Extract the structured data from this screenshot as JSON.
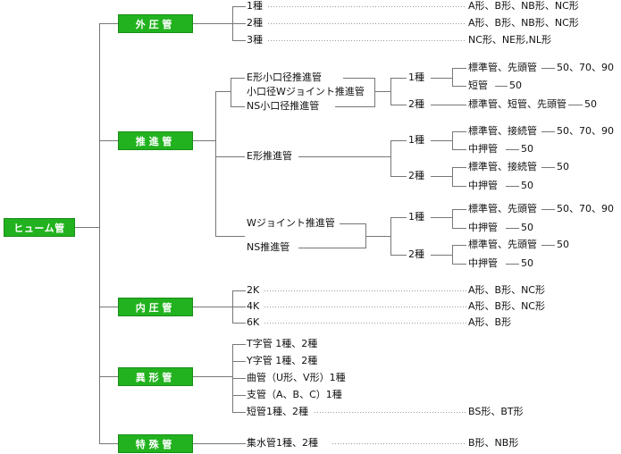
{
  "root": "ヒューム管",
  "categories": {
    "gaiatsu": "外圧管",
    "suishin": "推進管",
    "naiatsu": "内圧管",
    "ikei": "異形管",
    "tokushu": "特殊管"
  },
  "gaiatsu": {
    "items": [
      {
        "name": "1種",
        "types": "A形、B形、NB形、NC形"
      },
      {
        "name": "2種",
        "types": "A形、B形、NB形、NC形"
      },
      {
        "name": "3種",
        "types": "NC形、NE形,NL形"
      }
    ]
  },
  "suishin": {
    "small": [
      "E形小口径推進管",
      "小口径Wジョイント推進管",
      "NS小口径推進管"
    ],
    "small_grades": [
      {
        "grade": "1種",
        "rows": [
          {
            "label": "標準管、先頭管",
            "value": "50、70、90"
          },
          {
            "label": "短管",
            "value": "50"
          }
        ]
      },
      {
        "grade": "2種",
        "rows": [
          {
            "label": "標準管、短管、先頭管",
            "value": "50"
          }
        ]
      }
    ],
    "e_type": "E形推進管",
    "e_grades": [
      {
        "grade": "1種",
        "rows": [
          {
            "label": "標準管、接続管",
            "value": "50、70、90"
          },
          {
            "label": "中押管",
            "value": "50"
          }
        ]
      },
      {
        "grade": "2種",
        "rows": [
          {
            "label": "標準管、接続管",
            "value": "50"
          },
          {
            "label": "中押管",
            "value": "50"
          }
        ]
      }
    ],
    "w_types": [
      "Wジョイント推進管",
      "NS推進管"
    ],
    "w_grades": [
      {
        "grade": "1種",
        "rows": [
          {
            "label": "標準管、先頭管",
            "value": "50、70、90"
          },
          {
            "label": "中押管",
            "value": "50"
          }
        ]
      },
      {
        "grade": "2種",
        "rows": [
          {
            "label": "標準管、先頭管",
            "value": "50"
          },
          {
            "label": "中押管",
            "value": "50"
          }
        ]
      }
    ]
  },
  "naiatsu": {
    "items": [
      {
        "name": "2K",
        "types": "A形、B形、NC形"
      },
      {
        "name": "4K",
        "types": "A形、B形、NC形"
      },
      {
        "name": "6K",
        "types": "A形、B形"
      }
    ]
  },
  "ikei": {
    "items": [
      "T字管 1種、2種",
      "Y字管 1種、2種",
      "曲管（U形、V形）1種",
      "支管（A、B、C）1種",
      "短管1種、2種"
    ],
    "last_types": "BS形、BT形"
  },
  "tokushu": {
    "item": "集水管1種、2種",
    "types": "B形、NB形"
  }
}
